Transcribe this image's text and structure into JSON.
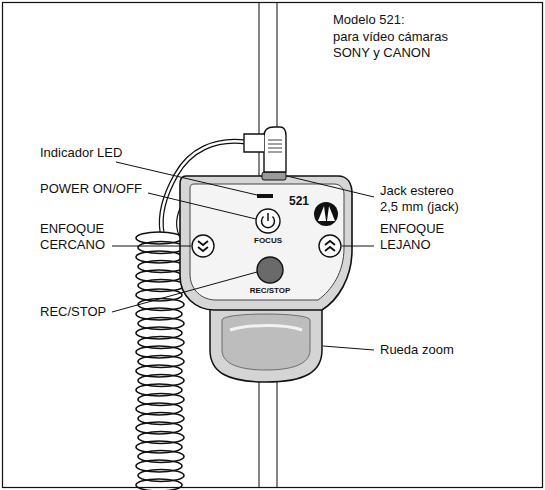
{
  "diagram": {
    "labels": [
      "Modelo 521:",
      "para vídeo cámaras SONY y CANON",
      "Indicador LED",
      "POWER ON/OFF",
      "Jack estereo 2,5 mm (jack)",
      "521",
      "ENFOQUE CERCANO",
      "FOCUS",
      "ENFOQUE LEJANO",
      "REC/STOP",
      "REC/STOP",
      "Rueda zoom"
    ]
  }
}
